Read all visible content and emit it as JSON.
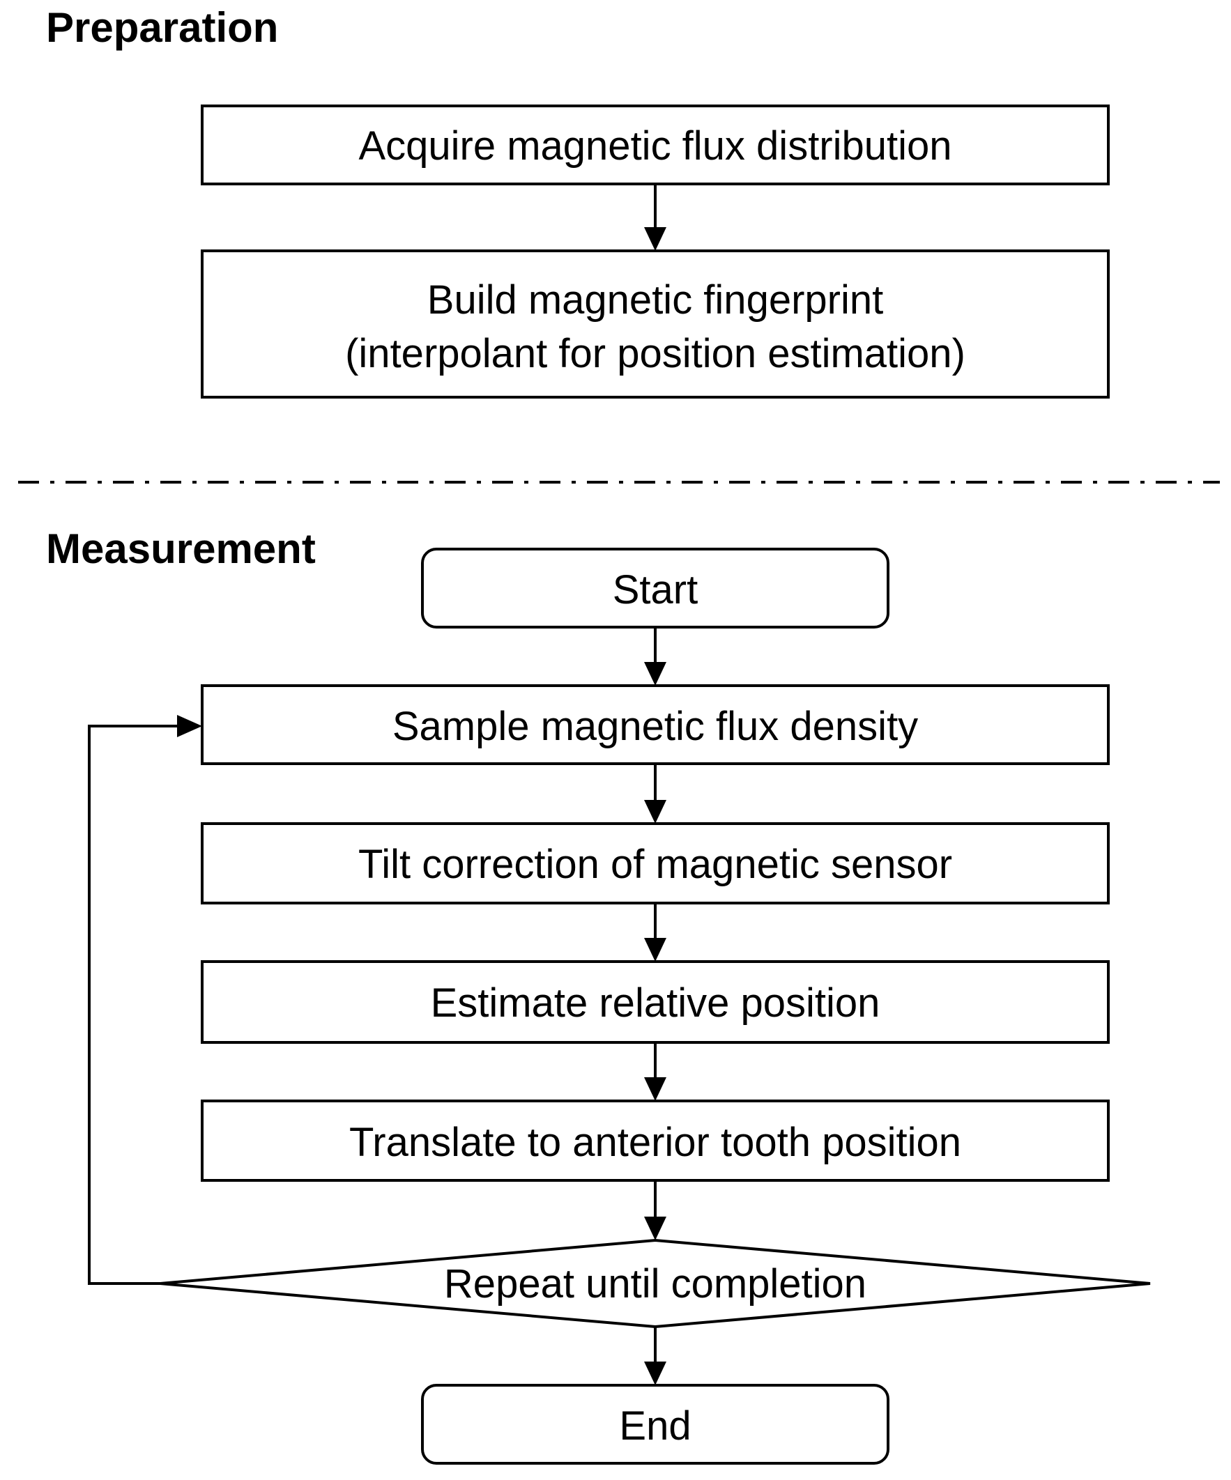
{
  "sections": {
    "preparation": "Preparation",
    "measurement": "Measurement"
  },
  "nodes": {
    "acquire": "Acquire magnetic flux distribution",
    "build_line1": "Build magnetic fingerprint",
    "build_line2": "(interpolant for position estimation)",
    "start": "Start",
    "sample": "Sample magnetic flux density",
    "tilt": "Tilt correction of magnetic sensor",
    "estimate": "Estimate relative position",
    "translate": "Translate to anterior tooth position",
    "repeat": "Repeat until completion",
    "end": "End"
  }
}
